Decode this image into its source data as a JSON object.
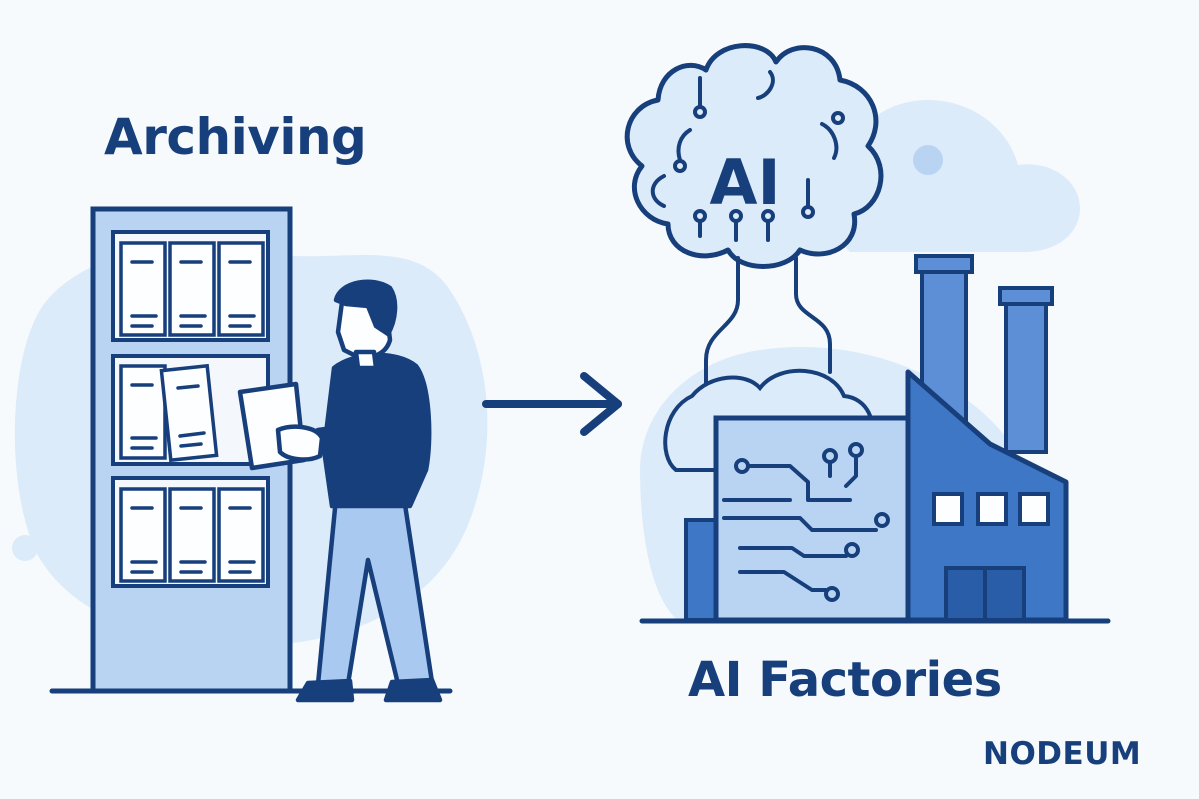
{
  "left_title": "Archiving",
  "right_title": "AI Factories",
  "brain_label": "AI",
  "brand": "NODEUM",
  "colors": {
    "navy": "#173f7c",
    "mid_blue": "#3f77c7",
    "light_blue": "#b9d4f3",
    "pale_blue": "#dcebfa",
    "page_white": "#fdfeff"
  }
}
